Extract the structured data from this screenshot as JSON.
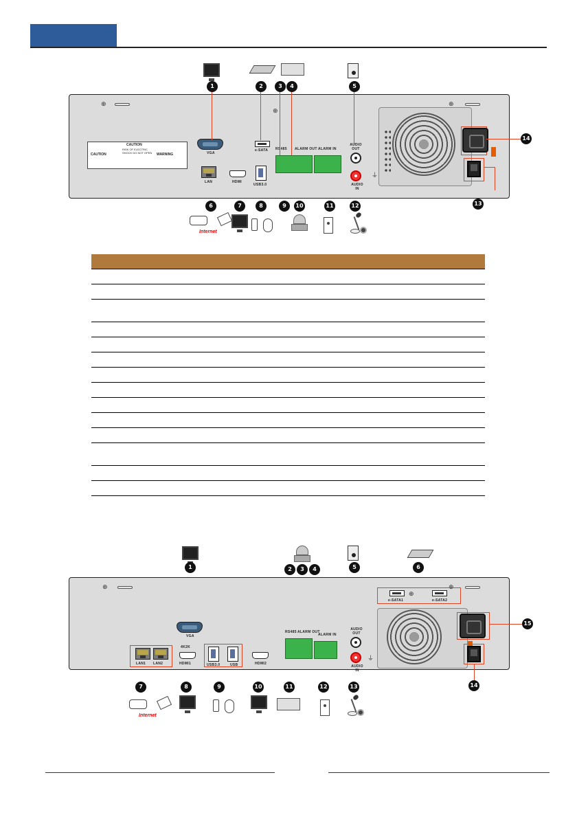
{
  "page": {
    "header_color": "#2e5c9a",
    "table_header_color": "#b07a3d"
  },
  "top_panel": {
    "port_labels": {
      "vga": "VGA",
      "esata": "e-SATA",
      "lan": "LAN",
      "hdmi": "HDMI",
      "usb": "USB3.0",
      "audio_out": "AUDIO OUT",
      "audio_in": "AUDIO IN",
      "rs485": "RS485",
      "alarm_out": "ALARM OUT",
      "alarm_in": "ALARM IN"
    },
    "warning": {
      "caution_title": "CAUTION",
      "caution_text": "RISK OF ELECTRIC SHOCK DO NOT OPEN",
      "warning_title": "WARNING"
    },
    "network_cloud": "Internet",
    "callouts": [
      "1",
      "2",
      "3",
      "4",
      "5",
      "6",
      "7",
      "8",
      "9",
      "10",
      "11",
      "12",
      "13",
      "14"
    ]
  },
  "bottom_panel": {
    "port_labels": {
      "vga": "VGA",
      "esata1": "e-SATA1",
      "esata2": "e-SATA2",
      "lan1": "LAN1",
      "lan2": "LAN2",
      "hdmi1": "HDMI1",
      "hdmi1_res": "4K2K",
      "usb3": "USB3.0",
      "usb": "USB",
      "hdmi2": "HDMI2",
      "audio_out": "AUDIO OUT",
      "audio_in": "AUDIO IN",
      "rs485": "RS485",
      "alarm_out": "ALARM OUT",
      "alarm_in": "ALARM IN"
    },
    "network_cloud": "Internet",
    "callouts": [
      "1",
      "2",
      "3",
      "4",
      "5",
      "6",
      "7",
      "8",
      "9",
      "10",
      "11",
      "12",
      "13",
      "14",
      "15"
    ]
  },
  "table": {
    "row_count": 14
  }
}
